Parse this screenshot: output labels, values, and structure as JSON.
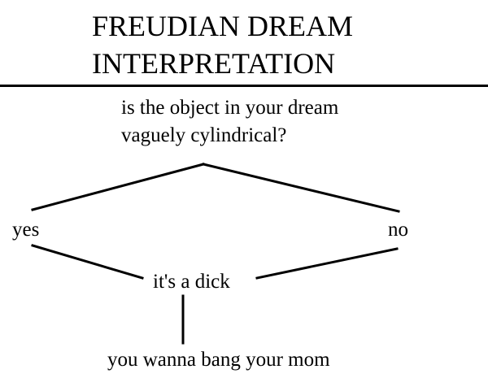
{
  "title": {
    "line1": "FREUDIAN DREAM",
    "line2": "INTERPRETATION"
  },
  "flowchart": {
    "question": {
      "line1": "is the object in your dream",
      "line2": "vaguely cylindrical?"
    },
    "branches": {
      "yes": "yes",
      "no": "no"
    },
    "result": "it's a dick",
    "conclusion": "you wanna bang your mom"
  }
}
